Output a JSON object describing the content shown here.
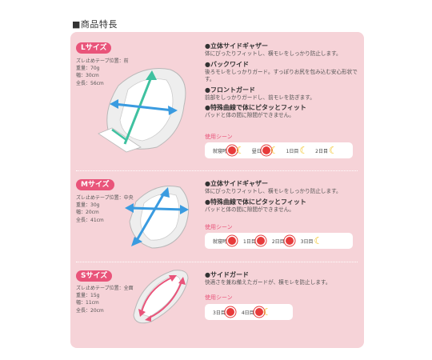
{
  "heading": "■商品特長",
  "sizes": [
    {
      "badge": "Lサイズ",
      "specs": [
        "ズレ止めテープ位置：前",
        "重量：70g",
        "幅：30cm",
        "全長：56cm"
      ],
      "features": [
        {
          "title": "●立体サイドギャザー",
          "desc": "体にぴったりフィットし、横モレをしっかり防止します。"
        },
        {
          "title": "●バックワイド",
          "desc": "後ろモレをしっかりガード。すっぽりお尻を包み込む安心形状です。"
        },
        {
          "title": "●フロントガード",
          "desc": "前部をしっかりガードし、前モレを防ぎます。"
        },
        {
          "title": "●特殊曲線で体にピタッとフィット",
          "desc": "パッドと体の間に隙間ができません。"
        }
      ],
      "scene_label": "使用シーン",
      "scenes": [
        {
          "label": "就寝時",
          "icon": "sun-moon"
        },
        {
          "label": "昼日",
          "icon": "sun-moon"
        },
        {
          "label": "1日目",
          "icon": "moon"
        },
        {
          "label": "2日目",
          "icon": "moon"
        }
      ]
    },
    {
      "badge": "Mサイズ",
      "specs": [
        "ズレ止めテープ位置：中央",
        "重量：30g",
        "幅：20cm",
        "全長：41cm"
      ],
      "features": [
        {
          "title": "●立体サイドギャザー",
          "desc": "体にぴったりフィットし、横モレをしっかり防止します。"
        },
        {
          "title": "●特殊曲線で体にピタッとフィット",
          "desc": "パッドと体の間に隙間ができません。"
        }
      ],
      "scene_label": "使用シーン",
      "scenes": [
        {
          "label": "就寝時",
          "icon": "sun"
        },
        {
          "label": "1日目",
          "icon": "sun"
        },
        {
          "label": "2日目",
          "icon": "sun"
        },
        {
          "label": "3日目",
          "icon": "moon"
        }
      ]
    },
    {
      "badge": "Sサイズ",
      "specs": [
        "ズレ止めテープ位置：全面",
        "重量：15g",
        "幅：11cm",
        "全長：20cm"
      ],
      "features": [
        {
          "title": "●サイドガード",
          "desc": "快適さを兼ね備えたガードが、横モレを防止します。"
        }
      ],
      "scene_label": "使用シーン",
      "scenes": [
        {
          "label": "3日目",
          "icon": "sun"
        },
        {
          "label": "4日目",
          "icon": "sun-moon"
        }
      ]
    }
  ],
  "colors": {
    "panel": "#f6d3d8",
    "accent": "#e9547a",
    "sun": "#e73b3b",
    "moon": "#f2c019",
    "arrow_green": "#3fc1a0",
    "arrow_blue": "#3a9be0",
    "arrow_pink": "#e9547a"
  }
}
